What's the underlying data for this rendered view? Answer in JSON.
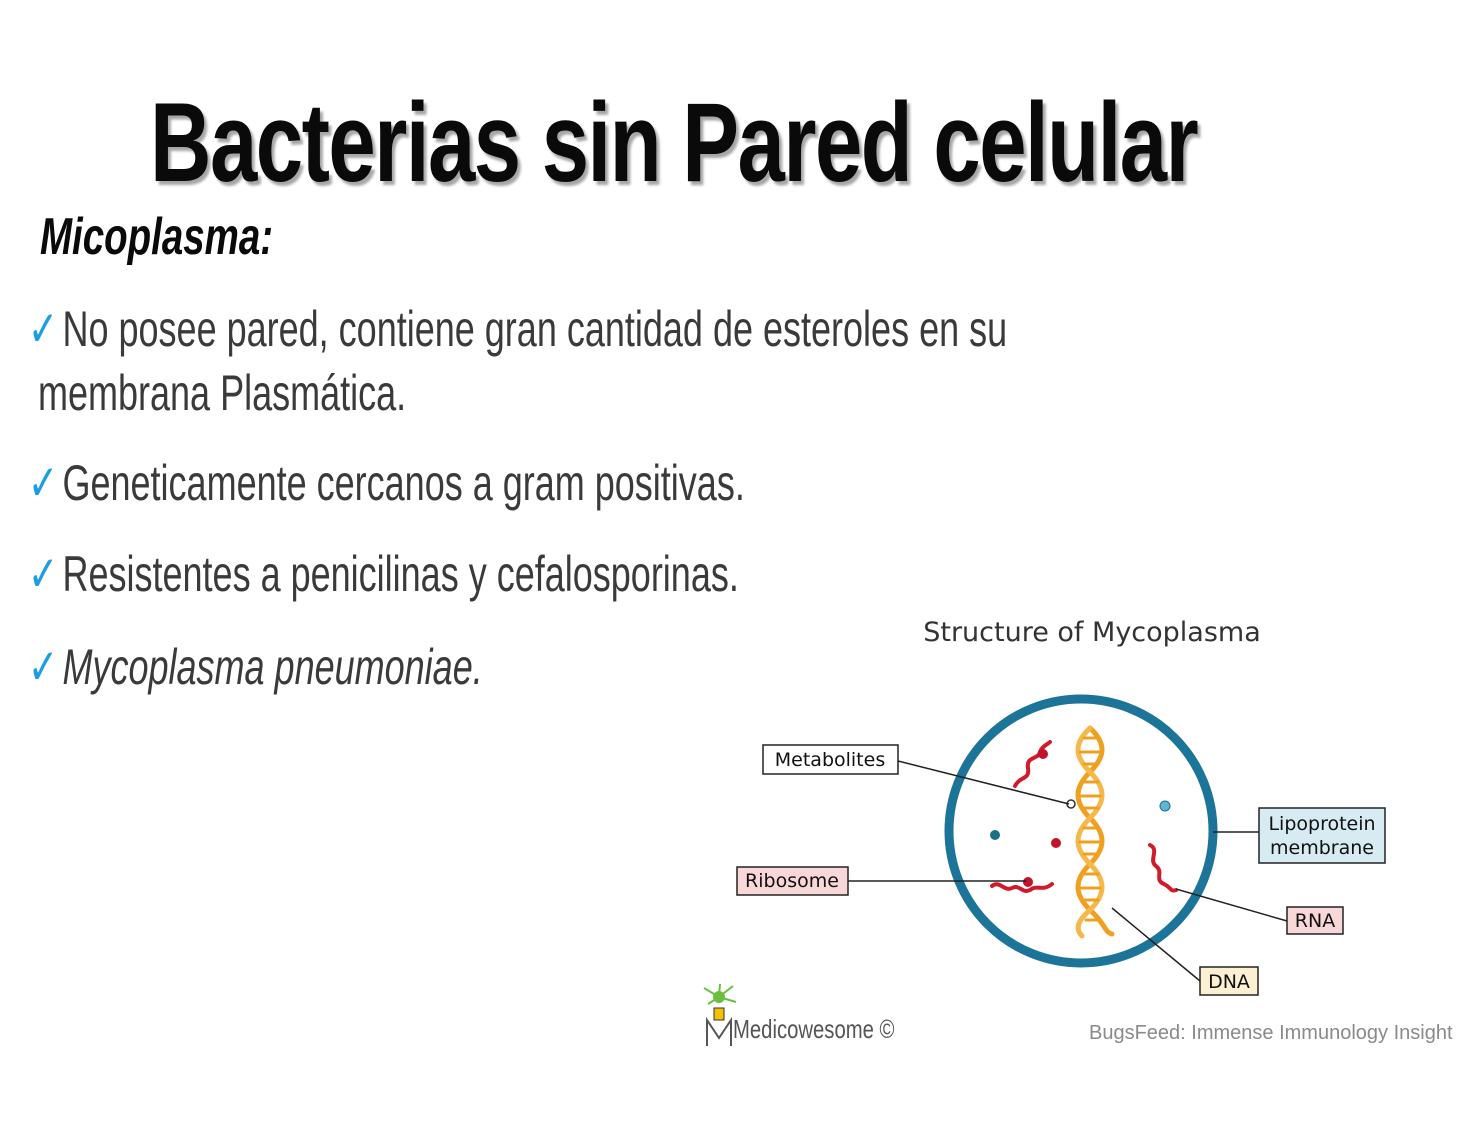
{
  "title": "Bacterias sin Pared celular",
  "subtitle": "Micoplasma:",
  "bullets": [
    {
      "line1": "No posee pared, contiene gran cantidad de esteroles en su",
      "line2": "membrana Plasmática."
    },
    {
      "line1": "Geneticamente cercanos a gram positivas."
    },
    {
      "line1": "Resistentes a penicilinas y cefalosporinas."
    },
    {
      "line1": "Mycoplasma pneumoniae."
    }
  ],
  "check_glyph": "✓",
  "diagram": {
    "title": "Structure of Mycoplasma",
    "labels": {
      "metabolites": "Metabolites",
      "ribosome": "Ribosome",
      "lipoprotein_line1": "Lipoprotein",
      "lipoprotein_line2": "membrane",
      "rna": "RNA",
      "dna": "DNA"
    },
    "colors": {
      "membrane": "#1d7499",
      "rna": "#d11a2a",
      "dna": "#f0a020",
      "label_white": "#ffffff",
      "label_pink": "#f8d7d8",
      "label_blue": "#d7ecf2",
      "label_yellow": "#fbf0d2"
    }
  },
  "credits": {
    "logo_text": "Medicowesome ©",
    "source": "BugsFeed: Immense Immunology Insight"
  },
  "icons": [
    "checkmark-icon",
    "neuron-logo-icon"
  ]
}
